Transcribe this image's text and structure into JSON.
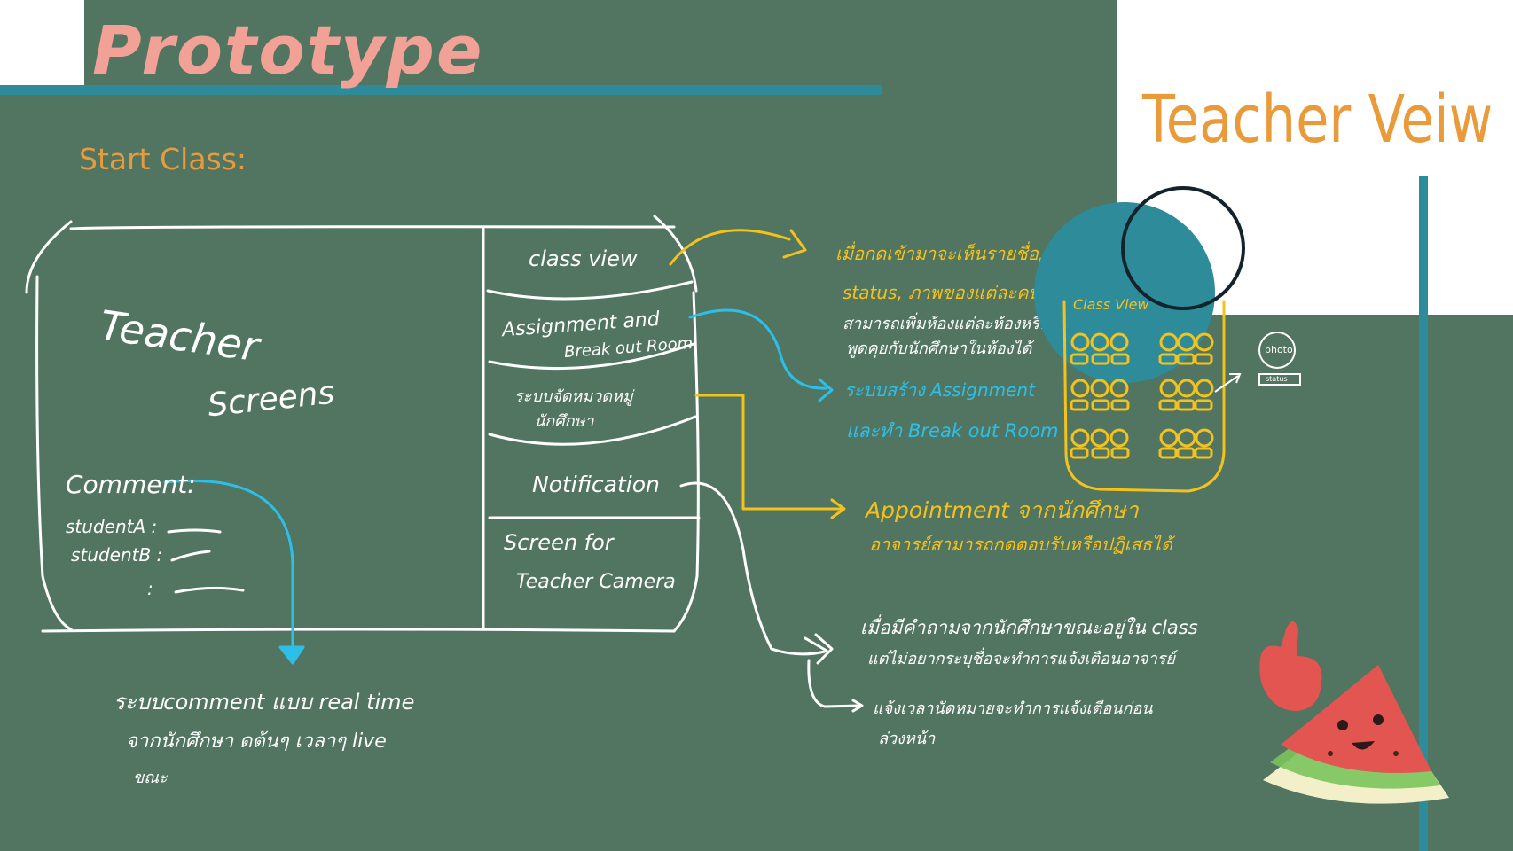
{
  "header": {
    "title": "Prototype",
    "view_label": "Teacher Veiw",
    "section_label": "Start Class:"
  },
  "sketch": {
    "teacher_label": "Teacher",
    "screens_label": "Screens",
    "comment_label": "Comment:",
    "comment_rows": [
      "studentA :",
      "studentB :",
      ":"
    ],
    "panel_items": [
      "class view",
      "Assignment and",
      "Break out Room",
      "ระบบจัดหมวดหมู่",
      "นักศึกษา",
      "Notification",
      "Screen for",
      "Teacher Camera"
    ]
  },
  "annotations": {
    "comment_note": [
      "ระบบcomment แบบ real time",
      "จากนักศึกษา ดต้นๆ เวลาๆ live",
      "ขณะ"
    ],
    "classview_note": [
      "เมื่อกดเข้ามาจะเห็นรายชื่อ,",
      "status, ภาพของแต่ละคน",
      "สามารถเพิ่มห้องแต่ละห้องหรือ",
      "พูดคุยกับนักศึกษาในห้องได้"
    ],
    "assignment_note": [
      "ระบบสร้าง Assignment",
      "และทำ Break out Room"
    ],
    "appointment_note": [
      "Appointment จากนักศึกษา",
      "อาจารย์สามารถกดตอบรับหรือปฏิเสธได้"
    ],
    "notification_note_1": [
      "เมื่อมีคำถามจากนักศึกษาขณะอยู่ใน class",
      "แต่ไม่อยากระบุชื่อจะทำการแจ้งเตือนอาจารย์"
    ],
    "notification_note_2": [
      "แจ้งเวลานัดหมายจะทำการแจ้งเตือนก่อน",
      "ล่วงหน้า"
    ]
  },
  "class_view_mock": {
    "title": "Class View",
    "photo_label": "photo",
    "status_label": "status"
  },
  "colors": {
    "board_green": "#517561",
    "teal": "#2e8b9a",
    "title_pink": "#f2a196",
    "orange": "#e99a3a",
    "yellow": "#f4c21c",
    "blue": "#2cc0e8"
  },
  "icons": [
    "thumbs-up-watermelon-icon"
  ]
}
